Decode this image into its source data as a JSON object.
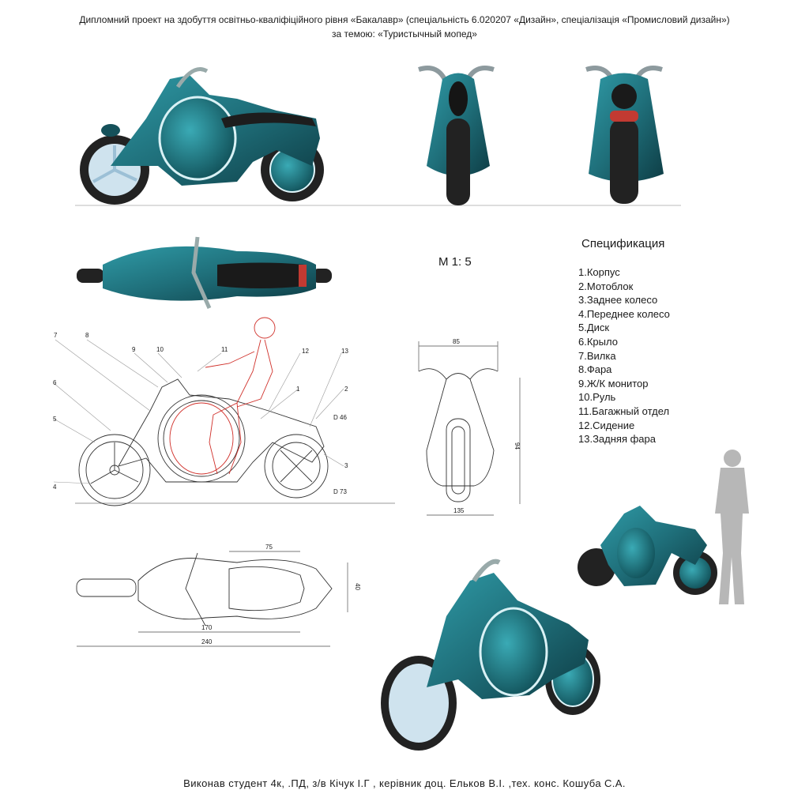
{
  "header": {
    "line1": "Дипломний проект на здобуття освітньо-кваліфіційного рівня «Бакалавр» (спеціальність 6.020207 «Дизайн», спеціалізація «Промисловий дизайн»)",
    "line2": "за темою:   «Туристычный мопед»"
  },
  "scale": "M 1: 5",
  "specification": {
    "title": "Спецификация",
    "items": [
      "1.Корпус",
      "2.Мотоблок",
      "3.Заднее колесо",
      "4.Переднее колесо",
      "5.Диск",
      "6.Крыло",
      "7.Вилка",
      "8.Фара",
      "9.Ж/К монитор",
      "10.Руль",
      "11.Багажный отдел",
      "12.Сидение",
      "13.Задняя фара"
    ]
  },
  "drawing": {
    "callouts": [
      "7",
      "8",
      "9",
      "10",
      "11",
      "12",
      "13",
      "6",
      "5",
      "4",
      "1",
      "2",
      "3"
    ],
    "side_dims": {
      "rear_wheel": "D 46",
      "front_wheel": "D 73"
    },
    "front_dims": {
      "bar_width": "85",
      "height": "94",
      "base_width": "135"
    },
    "top_dims": {
      "seat": "75",
      "width": "40",
      "wheelbase": "170",
      "length": "240"
    }
  },
  "footer": "Виконав студент 4к, .ПД,  з/в  Кічук І.Г , керівник доц. Ельков В.І. ,тех. конс. Кошуба С.А.",
  "colors": {
    "body_teal": "#1f6f7a",
    "body_dark": "#0e3d45",
    "sketch_red": "#d0302a",
    "tire": "#222222"
  }
}
